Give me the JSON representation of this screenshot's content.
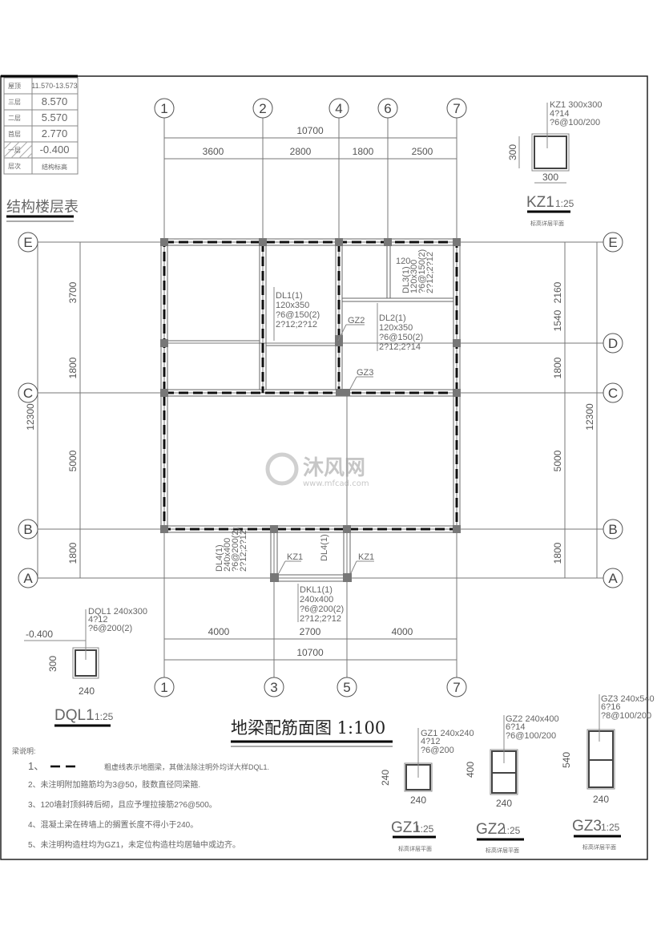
{
  "floor_table": {
    "rows": [
      {
        "floor": "屋顶",
        "elevation": "11.570-13.573"
      },
      {
        "floor": "三层",
        "elevation": "8.570"
      },
      {
        "floor": "二层",
        "elevation": "5.570"
      },
      {
        "floor": "首层",
        "elevation": "2.770"
      },
      {
        "floor": "一层",
        "elevation": "-0.400"
      },
      {
        "floor": "层次",
        "elevation": "结构标高"
      }
    ],
    "title": "结构楼层表"
  },
  "grid": {
    "top_axes": [
      "1",
      "2",
      "4",
      "6",
      "7"
    ],
    "bottom_axes": [
      "1",
      "3",
      "5",
      "7"
    ],
    "left_axes": [
      "E",
      "C",
      "B",
      "A"
    ],
    "right_axes": [
      "E",
      "D",
      "C",
      "B",
      "A"
    ]
  },
  "dimensions": {
    "top_total": "10700",
    "top_segments": [
      "3600",
      "2800",
      "1800",
      "2500"
    ],
    "bottom_segments": [
      "4000",
      "2700",
      "4000"
    ],
    "bottom_total": "10700",
    "left_segments": [
      "3700",
      "1800",
      "5000",
      "1800"
    ],
    "left_total": "12300",
    "right_segments": [
      "2160",
      "1540",
      "1800",
      "5000",
      "1800"
    ],
    "right_total": "12300"
  },
  "beams": {
    "dl1": [
      "DL1(1)",
      "120x350",
      "?6@150(2)",
      "2?12;2?12"
    ],
    "dl2": [
      "DL2(1)",
      "120x350",
      "?6@150(2)",
      "2?12;2?14"
    ],
    "dl3": [
      "DL3(1)",
      "120x300",
      "?6@150(2)",
      "2?12;2?12"
    ],
    "dl3_wall": "120",
    "dl4_left": [
      "DL4(1)",
      "240x400",
      "?6@200(2)",
      "2?12;2?12"
    ],
    "dl4_right": "DL4(1)",
    "dkl1": [
      "DKL1(1)",
      "240x400",
      "?6@200(2)",
      "2?12;2?12"
    ],
    "gz2": "GZ2",
    "gz3": "GZ3",
    "kz1": "KZ1"
  },
  "drawing_title": "地梁配筋面图 1:100",
  "sections": {
    "kz1": {
      "spec": [
        "KZ1 300x300",
        "4?14",
        "?6@100/200"
      ],
      "h": "300",
      "w": "300",
      "title": "KZ1",
      "scale": "1:25",
      "sub": "标高详层平面"
    },
    "dql1": {
      "spec": [
        "DQL1 240x300",
        "4?12",
        "?6@200(2)"
      ],
      "elev": "-0.400",
      "h": "300",
      "w": "240",
      "title": "DQL1",
      "scale": "1:25"
    },
    "gz1": {
      "spec": [
        "GZ1 240x240",
        "4?12",
        "?6@200"
      ],
      "h": "240",
      "w": "240",
      "title": "GZ1",
      "scale": "1:25",
      "sub": "标高详层平面"
    },
    "gz2": {
      "spec": [
        "GZ2 240x400",
        "6?14",
        "?6@100/200"
      ],
      "h": "400",
      "w": "240",
      "title": "GZ2",
      "scale": "1:25",
      "sub": "标高详层平面"
    },
    "gz3": {
      "spec": [
        "GZ3 240x540",
        "6?16",
        "?8@100/200"
      ],
      "h": "540",
      "w": "240",
      "title": "GZ3",
      "scale": "1:25",
      "sub": "标高详层平面"
    }
  },
  "notes": {
    "heading": "梁说明:",
    "items": [
      "1、",
      "粗虚线表示地圈梁，其做法除注明外均详大样DQL1.",
      "2、未注明附加箍筋均为3@50，肢数直径同梁箍.",
      "3、120墙封顶斜砖后砌，且应予埋拉接筋2?6@500。",
      "4、混凝土梁在砖墙上的搁置长度不得小于240。",
      "5、未注明构造柱均为GZ1，未定位构造柱均居轴中或边齐。"
    ]
  },
  "watermark": {
    "brand": "沐风网",
    "url": "www.mfcad.com"
  }
}
